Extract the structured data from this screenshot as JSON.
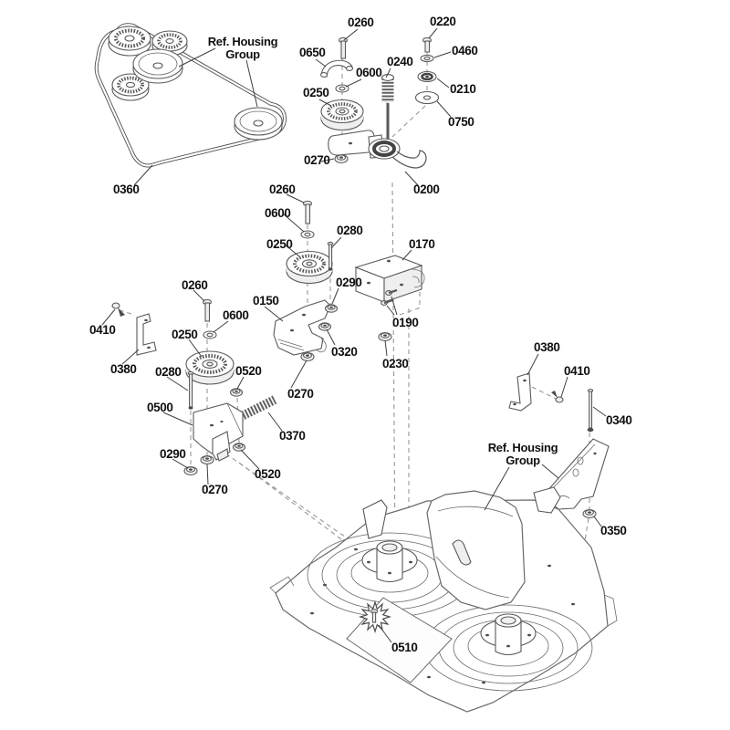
{
  "figure": {
    "type": "exploded-parts-diagram",
    "subject": "mower deck / housing group assembly"
  },
  "ref_housing": {
    "line1": "Ref. Housing",
    "line2": "Group"
  },
  "part_numbers": [
    "0150",
    "0170",
    "0190",
    "0200",
    "0210",
    "0220",
    "0230",
    "0240",
    "0250",
    "0260",
    "0270",
    "0280",
    "0290",
    "0320",
    "0340",
    "0350",
    "0360",
    "0370",
    "0380",
    "0410",
    "0460",
    "0500",
    "0510",
    "0520",
    "0600",
    "0650",
    "0750"
  ],
  "labels": [
    "0260",
    "0650",
    "0600",
    "0240",
    "0250",
    "0270",
    "0200",
    "0220",
    "0460",
    "0210",
    "0750",
    "0360",
    "0260",
    "0600",
    "0250",
    "0280",
    "0290",
    "0150",
    "0170",
    "0190",
    "0320",
    "0230",
    "0270",
    "0410",
    "0380",
    "0260",
    "0600",
    "0250",
    "0280",
    "0520",
    "0500",
    "0370",
    "0290",
    "0520",
    "0270",
    "0380",
    "0410",
    "0340",
    "0350",
    "0510"
  ]
}
